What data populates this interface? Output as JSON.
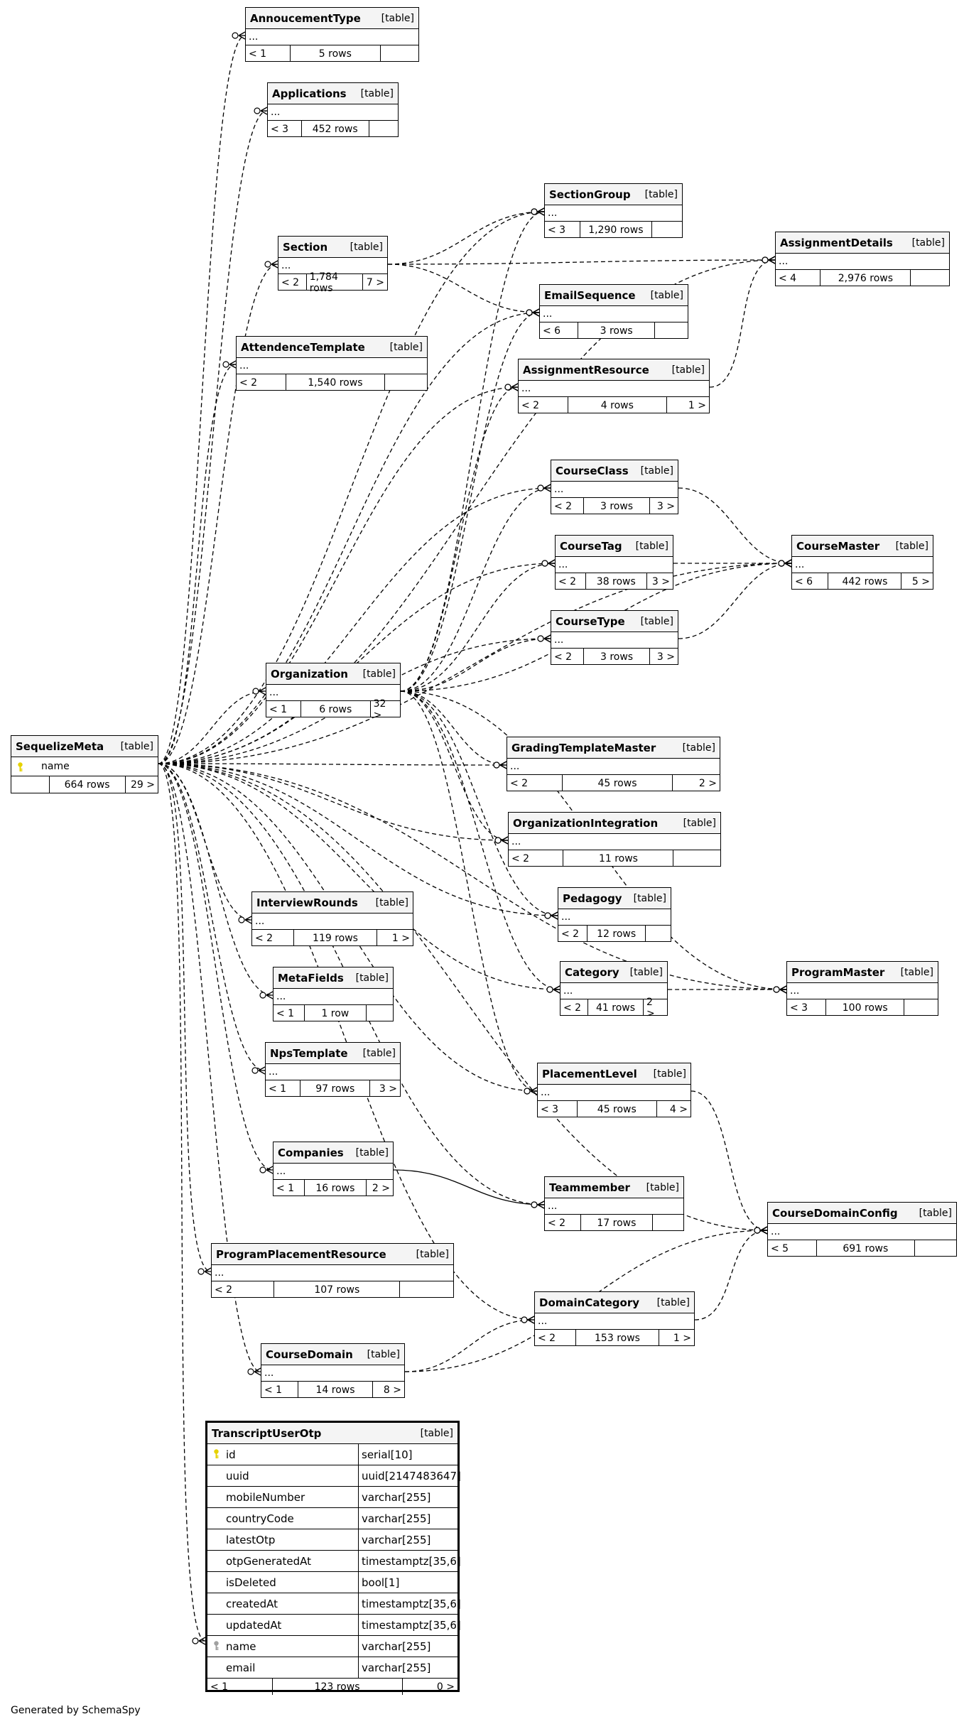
{
  "footer": "Generated by SchemaSpy",
  "table_tag": "[table]",
  "tables": {
    "AnnoucementType": {
      "name": "AnnoucementType",
      "body": "...",
      "f1": "< 1",
      "f2": "5 rows",
      "f3": ""
    },
    "Applications": {
      "name": "Applications",
      "body": "...",
      "f1": "< 3",
      "f2": "452 rows",
      "f3": ""
    },
    "SectionGroup": {
      "name": "SectionGroup",
      "body": "...",
      "f1": "< 3",
      "f2": "1,290 rows",
      "f3": ""
    },
    "Section": {
      "name": "Section",
      "body": "...",
      "f1": "< 2",
      "f2": "1,784 rows",
      "f3": "7 >"
    },
    "AssignmentDetails": {
      "name": "AssignmentDetails",
      "body": "...",
      "f1": "< 4",
      "f2": "2,976 rows",
      "f3": ""
    },
    "EmailSequence": {
      "name": "EmailSequence",
      "body": "...",
      "f1": "< 6",
      "f2": "3 rows",
      "f3": ""
    },
    "AttendenceTemplate": {
      "name": "AttendenceTemplate",
      "body": "...",
      "f1": "< 2",
      "f2": "1,540 rows",
      "f3": ""
    },
    "AssignmentResource": {
      "name": "AssignmentResource",
      "body": "...",
      "f1": "< 2",
      "f2": "4 rows",
      "f3": "1 >"
    },
    "CourseClass": {
      "name": "CourseClass",
      "body": "...",
      "f1": "< 2",
      "f2": "3 rows",
      "f3": "3 >"
    },
    "CourseTag": {
      "name": "CourseTag",
      "body": "...",
      "f1": "< 2",
      "f2": "38 rows",
      "f3": "3 >"
    },
    "CourseMaster": {
      "name": "CourseMaster",
      "body": "...",
      "f1": "< 6",
      "f2": "442 rows",
      "f3": "5 >"
    },
    "CourseType": {
      "name": "CourseType",
      "body": "...",
      "f1": "< 2",
      "f2": "3 rows",
      "f3": "3 >"
    },
    "Organization": {
      "name": "Organization",
      "body": "...",
      "f1": "< 1",
      "f2": "6 rows",
      "f3": "32 >"
    },
    "SequelizeMeta": {
      "name": "SequelizeMeta",
      "body": "name",
      "f1": "",
      "f2": "664 rows",
      "f3": "29 >"
    },
    "GradingTemplateMaster": {
      "name": "GradingTemplateMaster",
      "body": "...",
      "f1": "< 2",
      "f2": "45 rows",
      "f3": "2 >"
    },
    "OrganizationIntegration": {
      "name": "OrganizationIntegration",
      "body": "...",
      "f1": "< 2",
      "f2": "11 rows",
      "f3": ""
    },
    "InterviewRounds": {
      "name": "InterviewRounds",
      "body": "...",
      "f1": "< 2",
      "f2": "119 rows",
      "f3": "1 >"
    },
    "Pedagogy": {
      "name": "Pedagogy",
      "body": "...",
      "f1": "< 2",
      "f2": "12 rows",
      "f3": ""
    },
    "MetaFields": {
      "name": "MetaFields",
      "body": "...",
      "f1": "< 1",
      "f2": "1 row",
      "f3": ""
    },
    "Category": {
      "name": "Category",
      "body": "...",
      "f1": "< 2",
      "f2": "41 rows",
      "f3": "2 >"
    },
    "ProgramMaster": {
      "name": "ProgramMaster",
      "body": "...",
      "f1": "< 3",
      "f2": "100 rows",
      "f3": ""
    },
    "NpsTemplate": {
      "name": "NpsTemplate",
      "body": "...",
      "f1": "< 1",
      "f2": "97 rows",
      "f3": "3 >"
    },
    "PlacementLevel": {
      "name": "PlacementLevel",
      "body": "...",
      "f1": "< 3",
      "f2": "45 rows",
      "f3": "4 >"
    },
    "Companies": {
      "name": "Companies",
      "body": "...",
      "f1": "< 1",
      "f2": "16 rows",
      "f3": "2 >"
    },
    "Teammember": {
      "name": "Teammember",
      "body": "...",
      "f1": "< 2",
      "f2": "17 rows",
      "f3": ""
    },
    "CourseDomainConfig": {
      "name": "CourseDomainConfig",
      "body": "...",
      "f1": "< 5",
      "f2": "691 rows",
      "f3": ""
    },
    "ProgramPlacementResource": {
      "name": "ProgramPlacementResource",
      "body": "...",
      "f1": "< 2",
      "f2": "107 rows",
      "f3": ""
    },
    "DomainCategory": {
      "name": "DomainCategory",
      "body": "...",
      "f1": "< 2",
      "f2": "153 rows",
      "f3": "1 >"
    },
    "CourseDomain": {
      "name": "CourseDomain",
      "body": "...",
      "f1": "< 1",
      "f2": "14 rows",
      "f3": "8 >"
    }
  },
  "transcript": {
    "name": "TranscriptUserOtp",
    "columns": [
      {
        "name": "id",
        "type": "serial[10]",
        "key": "primary"
      },
      {
        "name": "uuid",
        "type": "uuid[2147483647]",
        "key": ""
      },
      {
        "name": "mobileNumber",
        "type": "varchar[255]",
        "key": ""
      },
      {
        "name": "countryCode",
        "type": "varchar[255]",
        "key": ""
      },
      {
        "name": "latestOtp",
        "type": "varchar[255]",
        "key": ""
      },
      {
        "name": "otpGeneratedAt",
        "type": "timestamptz[35,6]",
        "key": ""
      },
      {
        "name": "isDeleted",
        "type": "bool[1]",
        "key": ""
      },
      {
        "name": "createdAt",
        "type": "timestamptz[35,6]",
        "key": ""
      },
      {
        "name": "updatedAt",
        "type": "timestamptz[35,6]",
        "key": ""
      },
      {
        "name": "name",
        "type": "varchar[255]",
        "key": "foreign"
      },
      {
        "name": "email",
        "type": "varchar[255]",
        "key": ""
      }
    ],
    "f1": "< 1",
    "f2": "123 rows",
    "f3": "0 >"
  }
}
